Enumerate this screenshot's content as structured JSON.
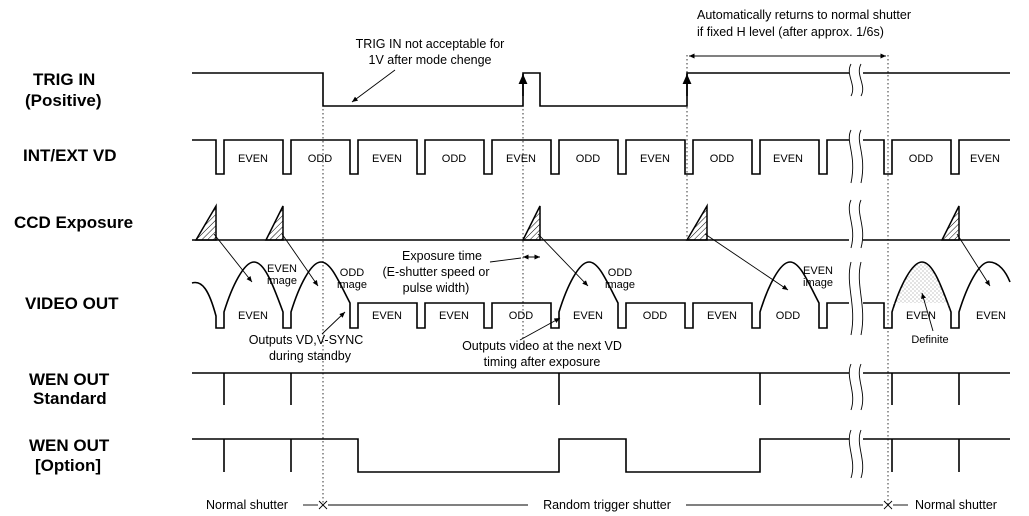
{
  "signals": {
    "trig_in_1": "TRIG IN",
    "trig_in_2": "(Positive)",
    "int_ext_vd": "INT/EXT VD",
    "ccd_exposure": "CCD Exposure",
    "video_out": "VIDEO OUT",
    "wen_std_1": "WEN OUT",
    "wen_std_2": "Standard",
    "wen_opt_1": "WEN OUT",
    "wen_opt_2": "[Option]"
  },
  "vd_fields": [
    "EVEN",
    "ODD",
    "EVEN",
    "ODD",
    "EVEN",
    "ODD",
    "EVEN",
    "ODD",
    "EVEN",
    "ODD",
    "EVEN"
  ],
  "video_fields": [
    "EVEN",
    "EVEN",
    "EVEN",
    "ODD",
    "EVEN",
    "ODD",
    "EVEN",
    "ODD",
    "EVEN",
    "EVEN"
  ],
  "video_labels": {
    "even_image_1": "EVEN",
    "even_image_2": "image",
    "odd_image_1a": "ODD",
    "odd_image_1b": "image",
    "odd_image_2a": "ODD",
    "odd_image_2b": "image",
    "even_image_3a": "EVEN",
    "even_image_3b": "image",
    "definite": "Definite"
  },
  "annotations": {
    "trig_note_1": "TRIG IN not acceptable for",
    "trig_note_2": "1V after mode chenge",
    "auto_return_1": "Automatically returns to normal shutter",
    "auto_return_2": "if fixed H level (after approx. 1/6s)",
    "exposure_1": "Exposure time",
    "exposure_2": "(E-shutter speed or",
    "exposure_3": "pulse width)",
    "standby_1": "Outputs VD,V-SYNC",
    "standby_2": "during standby",
    "next_vd_1": "Outputs video at the next VD",
    "next_vd_2": "timing after exposure"
  },
  "modes": {
    "normal_left": "Normal shutter",
    "random": "Random trigger shutter",
    "normal_right": "Normal shutter"
  }
}
